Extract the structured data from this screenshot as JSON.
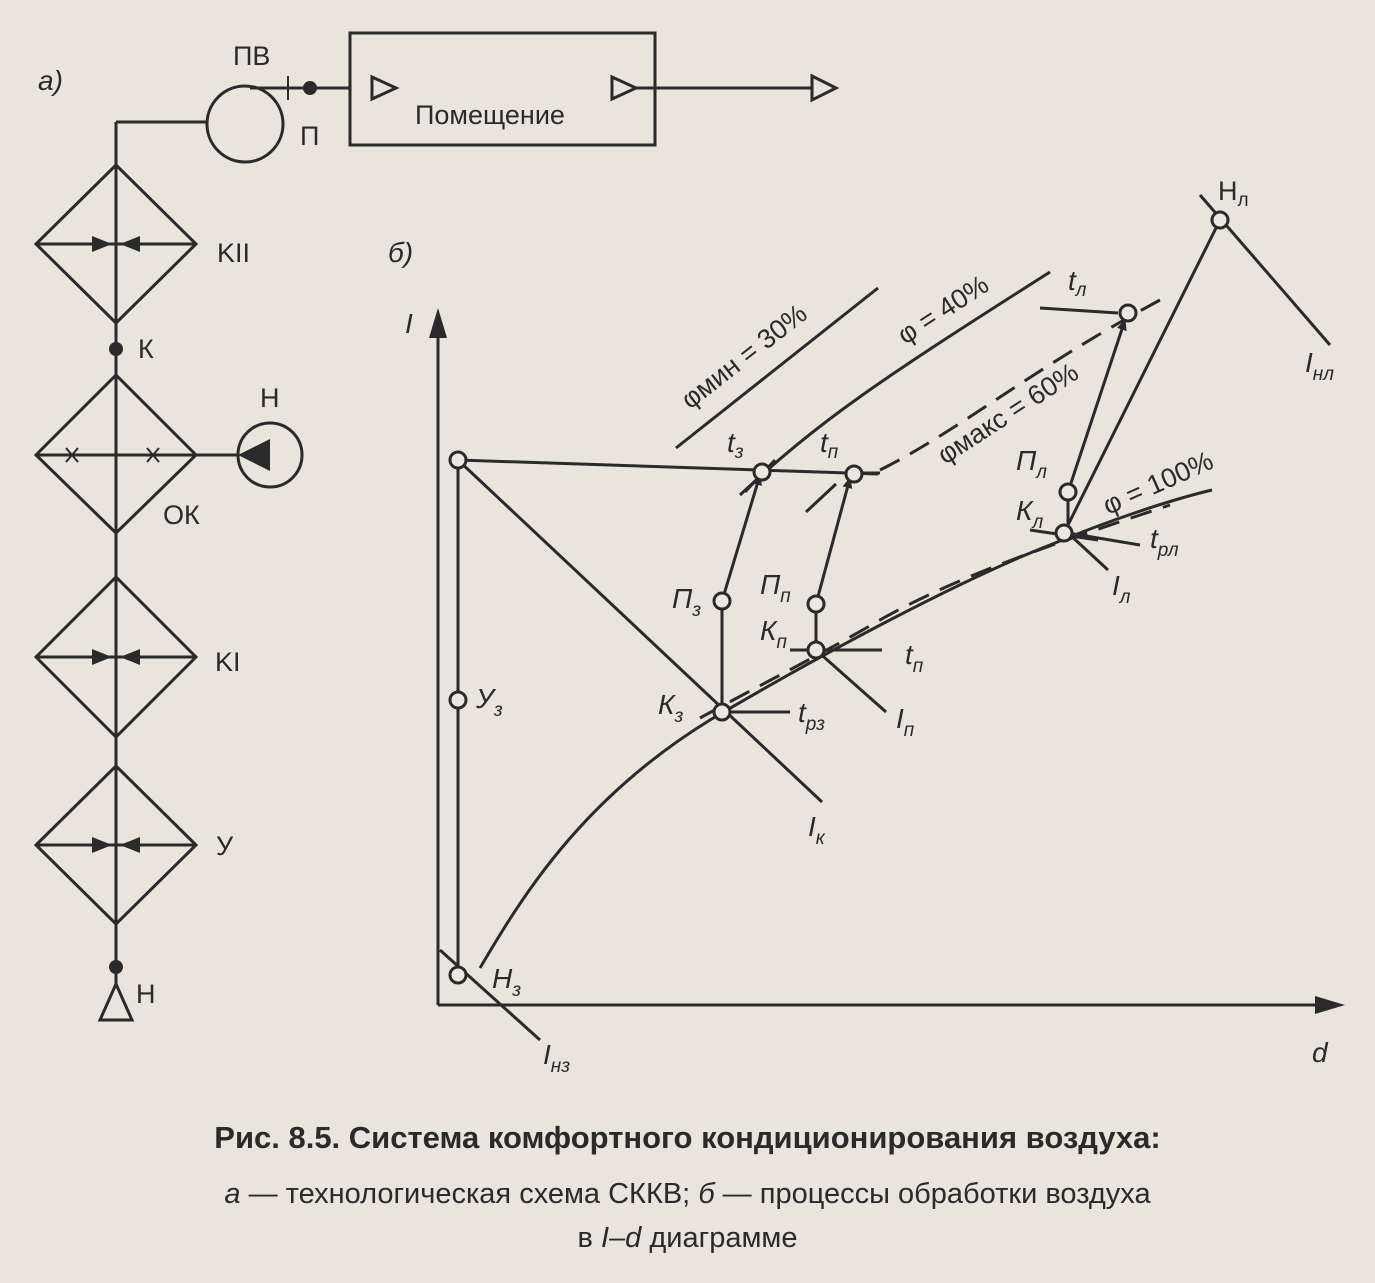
{
  "scheme_a": {
    "panel_label": "а)",
    "fan_label": "ПВ",
    "supply_label": "П",
    "room_label": "Помещение",
    "cooler2_label": "KII",
    "point_k_label": "К",
    "pump_label": "Н",
    "irrigation_chamber_label": "ОК",
    "cooler1_label": "KI",
    "humidifier_label": "У",
    "outside_label": "Н"
  },
  "diagram_b": {
    "panel_label": "б)",
    "axis_y": "I",
    "axis_x": "d",
    "phi_min": "φмин = 30%",
    "phi_40": "φ = 40%",
    "phi_max": "φмакс = 60%",
    "phi_100": "φ = 100%",
    "points": {
      "Hl": {
        "main": "Н",
        "sub": "л"
      },
      "Inl": {
        "main": "I",
        "sub": "нл"
      },
      "tl": {
        "main": "t",
        "sub": "л"
      },
      "tz": {
        "main": "t",
        "sub": "з"
      },
      "tp_top": {
        "main": "t",
        "sub": "п"
      },
      "Pl": {
        "main": "П",
        "sub": "л"
      },
      "Kl": {
        "main": "К",
        "sub": "л"
      },
      "trl": {
        "main": "t",
        "sub": "рл"
      },
      "Il": {
        "main": "I",
        "sub": "л"
      },
      "Pz": {
        "main": "П",
        "sub": "з"
      },
      "Pp": {
        "main": "П",
        "sub": "п"
      },
      "Kp": {
        "main": "К",
        "sub": "п"
      },
      "tp_low": {
        "main": "t",
        "sub": "п"
      },
      "Ip": {
        "main": "I",
        "sub": "п"
      },
      "Uz": {
        "main": "У",
        "sub": "з"
      },
      "Kz": {
        "main": "К",
        "sub": "з"
      },
      "trz": {
        "main": "t",
        "sub": "рз"
      },
      "Ik": {
        "main": "I",
        "sub": "к"
      },
      "Hz": {
        "main": "Н",
        "sub": "з"
      },
      "Inz": {
        "main": "I",
        "sub": "нз"
      }
    }
  },
  "caption": {
    "title": "Рис. 8.5. Система комфортного кондиционирования воздуха:",
    "a_letter": "а",
    "a_text": " — технологическая схема СККВ; ",
    "b_letter": "б",
    "b_text": " — процессы обработки воздуха",
    "line2_prefix": "в ",
    "line2_id": "I–d",
    "line2_suffix": " диаграмме"
  }
}
